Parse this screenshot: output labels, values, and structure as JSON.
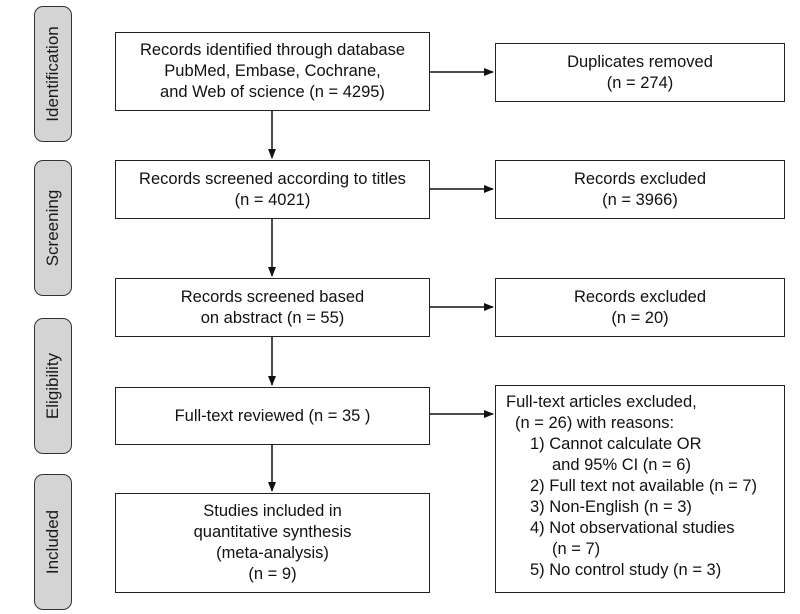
{
  "phases": [
    {
      "id": "identification",
      "label": "Identification"
    },
    {
      "id": "screening",
      "label": "Screening"
    },
    {
      "id": "eligibility",
      "label": "Eligibility"
    },
    {
      "id": "included",
      "label": "Included"
    }
  ],
  "main_boxes": [
    {
      "id": "identified",
      "lines": [
        "Records identified through database",
        "PubMed, Embase, Cochrane,",
        "and Web of science (n = 4295)"
      ]
    },
    {
      "id": "screened-titles",
      "lines": [
        "Records screened according to titles",
        "(n = 4021)"
      ]
    },
    {
      "id": "screened-abstract",
      "lines": [
        "Records screened based",
        "on abstract (n = 55)"
      ]
    },
    {
      "id": "full-text-reviewed",
      "lines": [
        "Full-text reviewed (n = 35 )"
      ]
    },
    {
      "id": "studies-included",
      "lines": [
        "Studies included in",
        "quantitative synthesis",
        "(meta-analysis)",
        "(n = 9)"
      ]
    }
  ],
  "side_boxes": [
    {
      "id": "duplicates-removed",
      "lines": [
        "Duplicates removed",
        "(n = 274)"
      ]
    },
    {
      "id": "excluded-titles",
      "lines": [
        "Records excluded",
        "(n = 3966)"
      ]
    },
    {
      "id": "excluded-abstract",
      "lines": [
        "Records excluded",
        "(n = 20)"
      ]
    },
    {
      "id": "full-text-excluded",
      "lines": [
        "Full-text articles excluded,",
        "(n = 26) with reasons:",
        "1) Cannot calculate OR",
        "and 95% CI (n = 6)",
        "2) Full text not available (n = 7)",
        "3) Non-English (n = 3)",
        "4) Not observational studies",
        "(n = 7)",
        "5) No control study (n = 3)"
      ]
    }
  ]
}
